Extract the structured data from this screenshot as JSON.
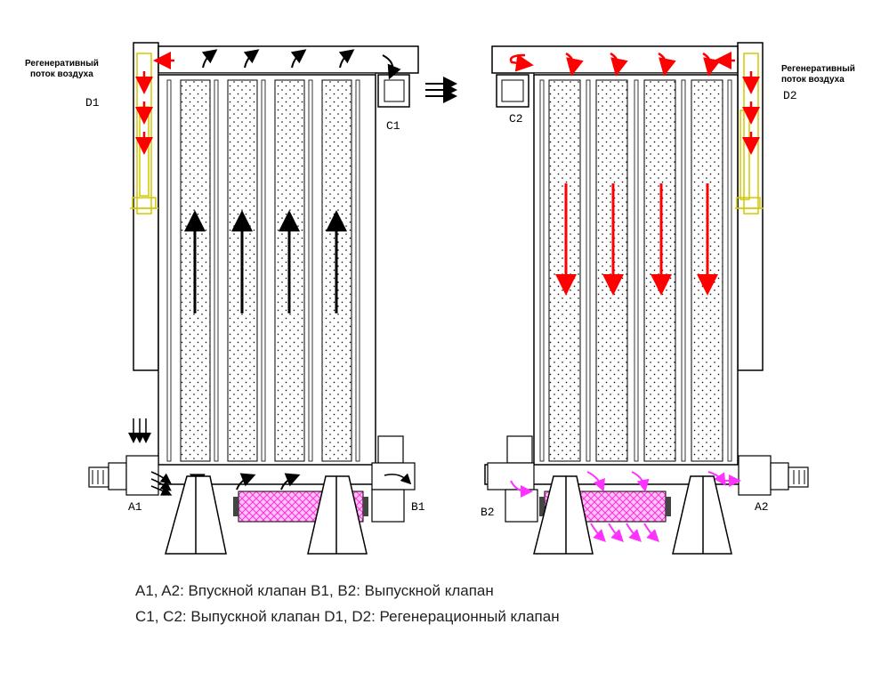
{
  "diagram": {
    "left_unit": {
      "regen_flow_label": [
        "Регенеративный",
        "поток воздуха"
      ],
      "valve_regen": "D1",
      "valve_outlet_top": "C1",
      "valve_inlet": "A1",
      "valve_exhaust": "B1"
    },
    "right_unit": {
      "regen_flow_label": [
        "Регенеративный",
        "поток воздуха"
      ],
      "valve_regen": "D2",
      "valve_outlet_top": "C2",
      "valve_inlet": "A2",
      "valve_exhaust": "B2"
    },
    "colors": {
      "frame": "#000000",
      "process_flow": "#000000",
      "regen_flow": "#ff0000",
      "exhaust_flow": "#ff33ff",
      "muffler": "#ff66cc",
      "regen_valve": "#e8e000"
    }
  },
  "legend": {
    "line1": "A1, A2: Впускной клапан B1, B2: Выпускной клапан",
    "line2": "C1, C2: Выпускной клапан D1, D2: Регенерационный клапан"
  }
}
